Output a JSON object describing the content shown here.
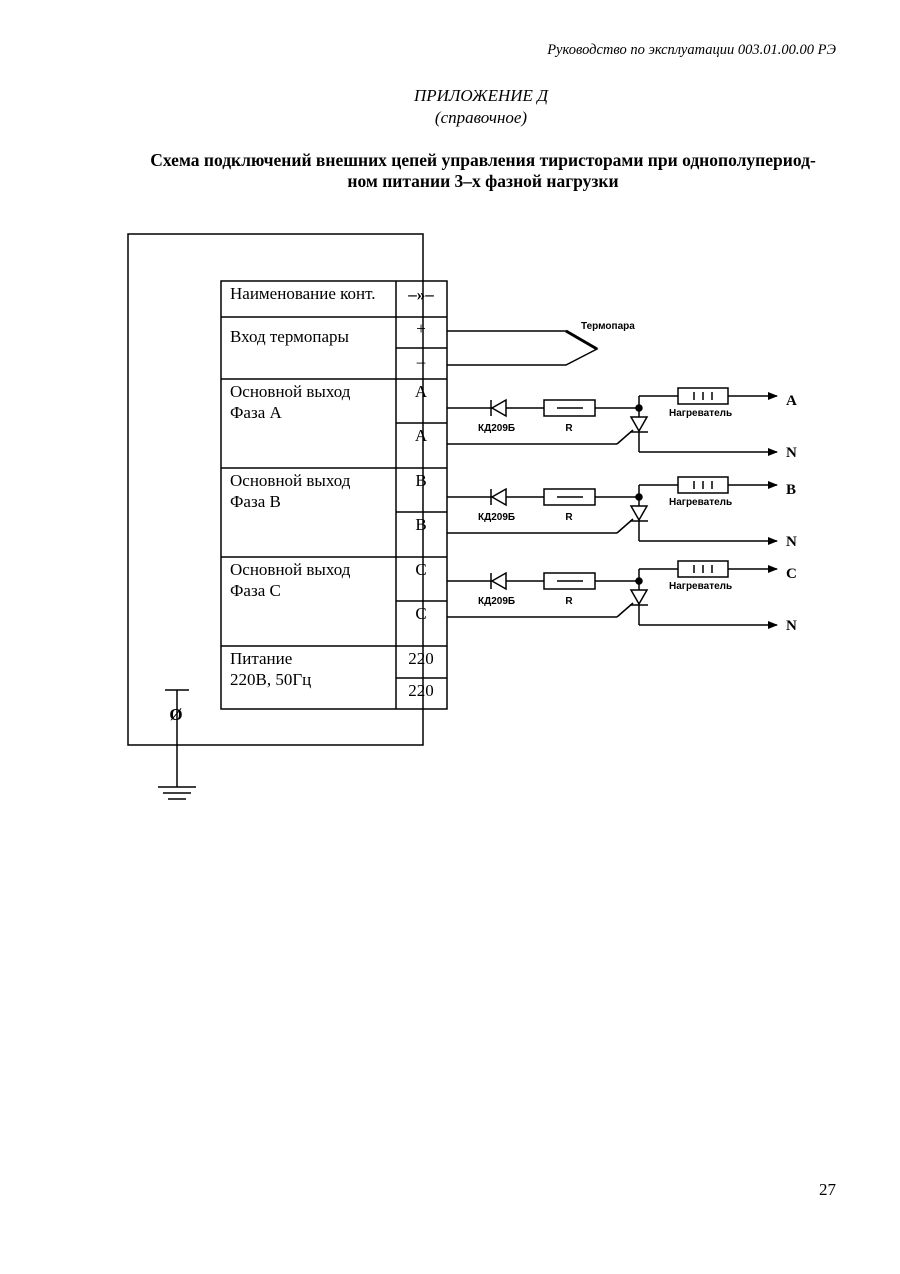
{
  "header": {
    "running_title": "Руководство по эксплуатации 003.01.00.00 РЭ",
    "appendix_title": "ПРИЛОЖЕНИЕ Д",
    "appendix_subtitle": "(справочное)",
    "scheme_title_line1": "Схема подключений внешних цепей управления тиристорами при однополупериод-",
    "scheme_title_line2": "ном питании 3–х фазной нагрузки"
  },
  "table": {
    "header_name": "Наименование конт.",
    "header_symbol": "–»–",
    "rows": [
      {
        "name_lines": [
          "Вход термопары"
        ],
        "contacts": [
          "+",
          "–"
        ]
      },
      {
        "name_lines": [
          "Основной выход",
          "Фаза А"
        ],
        "contacts": [
          "А",
          "А"
        ]
      },
      {
        "name_lines": [
          "Основной выход",
          "Фаза В"
        ],
        "contacts": [
          "В",
          "В"
        ]
      },
      {
        "name_lines": [
          "Основной выход",
          "Фаза С"
        ],
        "contacts": [
          "С",
          "С"
        ]
      },
      {
        "name_lines": [
          "Питание",
          "220В, 50Гц"
        ],
        "contacts": [
          "220",
          "220"
        ]
      }
    ]
  },
  "circuit": {
    "thermocouple_label": "Термопара",
    "ground_symbol": "Ø",
    "channels": [
      {
        "diode_label": "КД209Б",
        "resistor_label": "R",
        "heater_label": "Нагреватель",
        "phase_out": "A",
        "neutral_out": "N"
      },
      {
        "diode_label": "КД209Б",
        "resistor_label": "R",
        "heater_label": "Нагреватель",
        "phase_out": "B",
        "neutral_out": "N"
      },
      {
        "diode_label": "КД209Б",
        "resistor_label": "R",
        "heater_label": "Нагреватель",
        "phase_out": "C",
        "neutral_out": "N"
      }
    ]
  },
  "footer": {
    "page_number": "27"
  }
}
